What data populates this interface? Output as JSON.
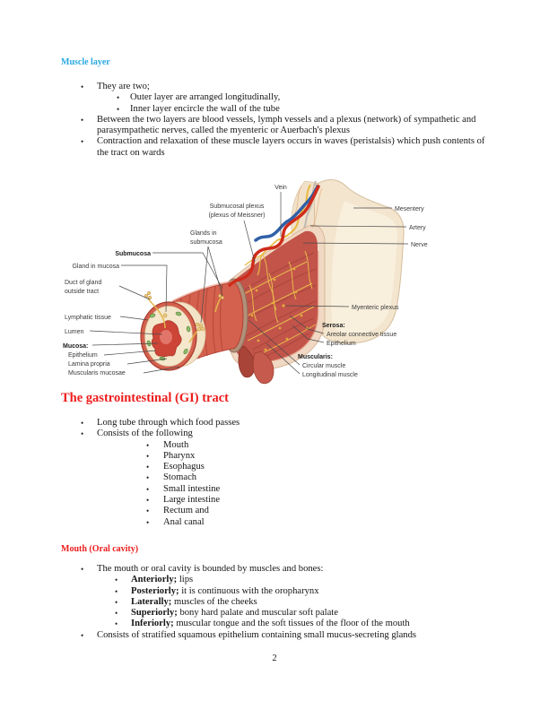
{
  "ui": {
    "bullet": "•"
  },
  "page_number": "2",
  "colors": {
    "heading_cyan": "#29a9e0",
    "heading_red": "#ee1c1c"
  },
  "muscle_layer": {
    "heading": "Muscle layer",
    "items": {
      "i1": "They are two;",
      "i2": "Outer layer are arranged longitudinally,",
      "i3": "Inner layer encircle the wall of the tube",
      "i4": "Between the two layers are blood vessels, lymph vessels and a plexus (network) of sympathetic and parasympathetic nerves, called the myenteric or Auerbach's plexus",
      "i5": "Contraction and relaxation of these muscle layers occurs in waves (peristalsis) which push contents of the tract on wards"
    }
  },
  "figure": {
    "labels": {
      "vein": "Vein",
      "submucosal_plexus_l1": "Submucosal plexus",
      "submucosal_plexus_l2": "(plexus of Meissner)",
      "glands_l1": "Glands in",
      "glands_l2": "submucosa",
      "submucosa": "Submucosa",
      "gland_in_mucosa": "Gland in mucosa",
      "duct_l1": "Duct of gland",
      "duct_l2": "outside tract",
      "lymphatic_tissue": "Lymphatic tissue",
      "lumen": "Lumen",
      "mucosa": "Mucosa:",
      "mucosa_epithelium": "Epithelium",
      "lamina_propria": "Lamina propria",
      "muscularis_mucosae": "Muscularis mucosae",
      "mesentery": "Mesentery",
      "artery": "Artery",
      "nerve": "Nerve",
      "myenteric_plexus": "Myenteric plexus",
      "serosa": "Serosa:",
      "areolar": "Areolar connective tissue",
      "serosa_epithelium": "Epithelium",
      "muscularis": "Muscularis:",
      "circular_muscle": "Circular muscle",
      "longitudinal_muscle": "Longitudinal muscle"
    }
  },
  "gi_tract": {
    "heading": "The gastrointestinal (GI) tract",
    "items": {
      "i1": "Long tube through which food passes",
      "i2": "Consists of the following"
    },
    "organs": [
      "Mouth",
      "Pharynx",
      "Esophagus",
      "Stomach",
      "Small intestine",
      "Large intestine",
      "Rectum and",
      "Anal canal"
    ]
  },
  "mouth": {
    "heading": "Mouth (Oral cavity)",
    "intro": "The mouth or oral cavity is bounded by muscles and bones:",
    "bounds": [
      {
        "lead": "Anteriorly;",
        "rest": " lips"
      },
      {
        "lead": "Posteriorly;",
        "rest": " it is continuous with the oropharynx"
      },
      {
        "lead": "Laterally;",
        "rest": " muscles of the cheeks"
      },
      {
        "lead": "Superiorly;",
        "rest": " bony hard palate and muscular soft palate"
      },
      {
        "lead": "Inferiorly;",
        "rest": " muscular tongue and the soft tissues of the floor of the mouth"
      }
    ],
    "outro": "Consists of stratified squamous epithelium containing small mucus-secreting glands"
  }
}
